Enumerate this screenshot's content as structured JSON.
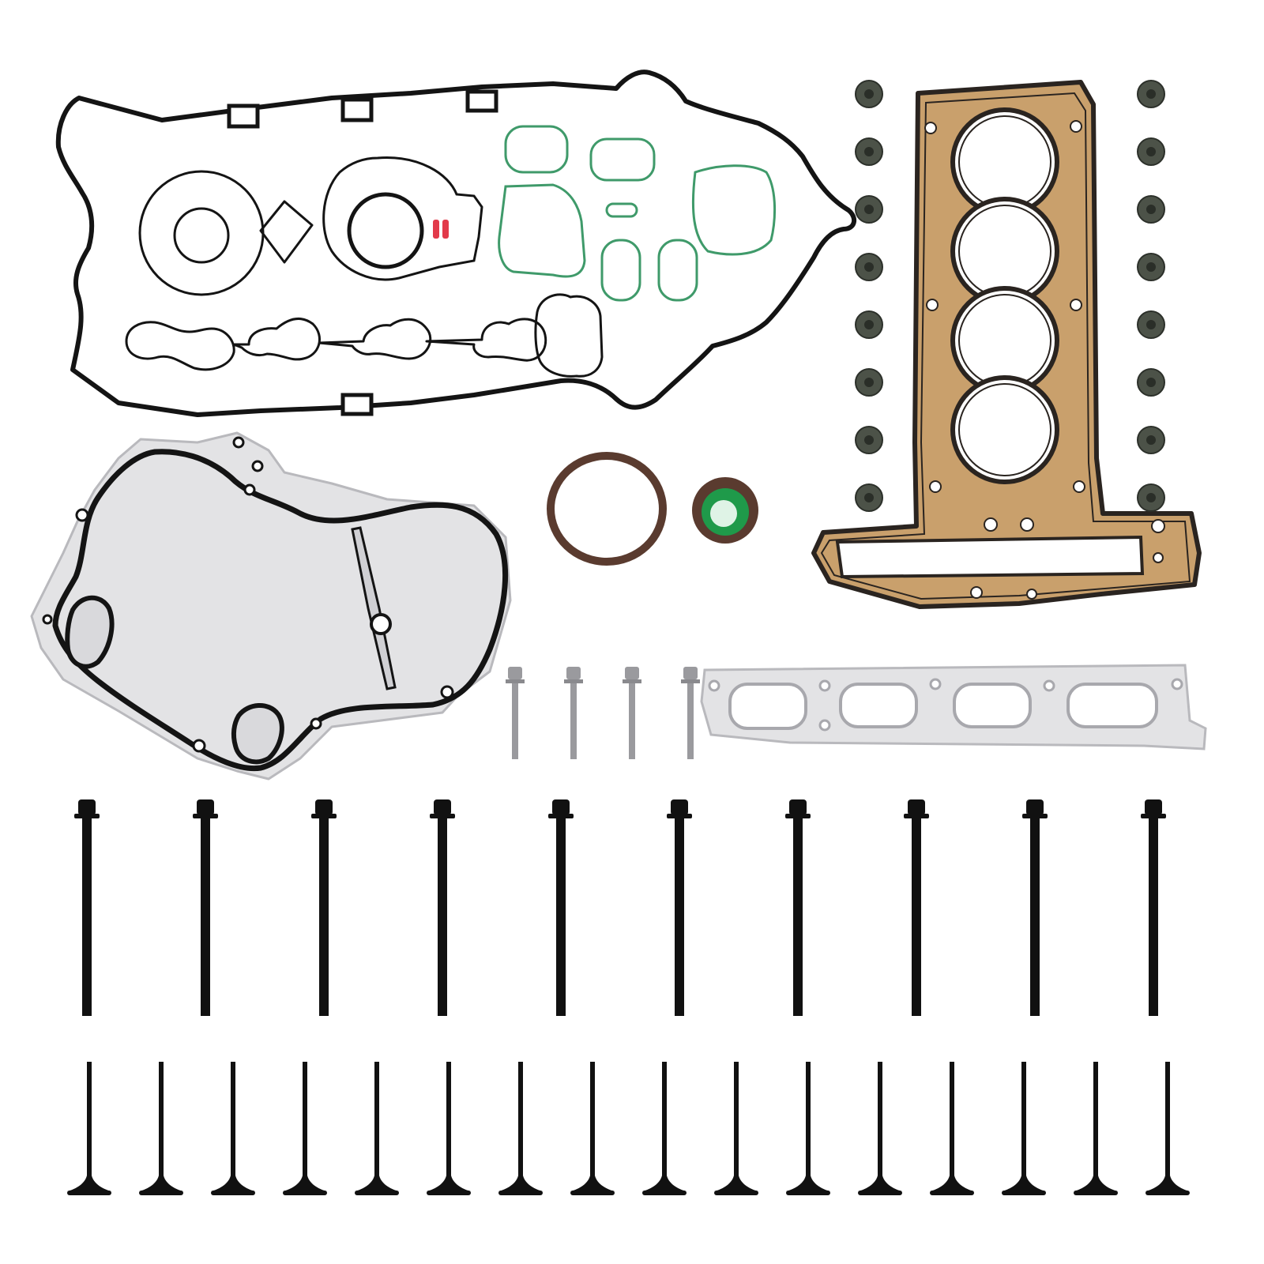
{
  "colors": {
    "background": "#ffffff",
    "rubber_black": "#141414",
    "gasket_green": "#3f9a6a",
    "head_gasket_gold": "#c9a06c",
    "head_gasket_edge": "#2a2420",
    "metal_silver": "#e3e3e5",
    "metal_edge": "#b9b9bd",
    "seal_brown": "#5a3b2f",
    "seal_green": "#1f9a4a",
    "valve_stem_seal": "#4c5248",
    "accent_red": "#e23a4a",
    "bolt_black": "#111111",
    "stud_gray": "#9a9a9e"
  },
  "parts": {
    "valve_cover_gasket": {
      "icon": "valve-cover-gasket-icon"
    },
    "head_gasket": {
      "icon": "cylinder-head-gasket-icon",
      "bore_count": 4
    },
    "timing_cover_gasket": {
      "icon": "timing-cover-gasket-icon"
    },
    "crankshaft_seal": {
      "icon": "rear-main-seal-icon"
    },
    "camshaft_seal": {
      "icon": "front-seal-icon"
    },
    "exhaust_manifold_gasket": {
      "icon": "exhaust-manifold-gasket-icon"
    },
    "valve_stem_seals": {
      "icon": "valve-stem-seal-icon",
      "count": 16
    },
    "manifold_studs": {
      "icon": "stud-icon",
      "count": 4
    },
    "head_bolts": {
      "icon": "head-bolt-icon",
      "count": 10
    },
    "valves": {
      "icon": "engine-valve-icon",
      "count": 16
    }
  }
}
